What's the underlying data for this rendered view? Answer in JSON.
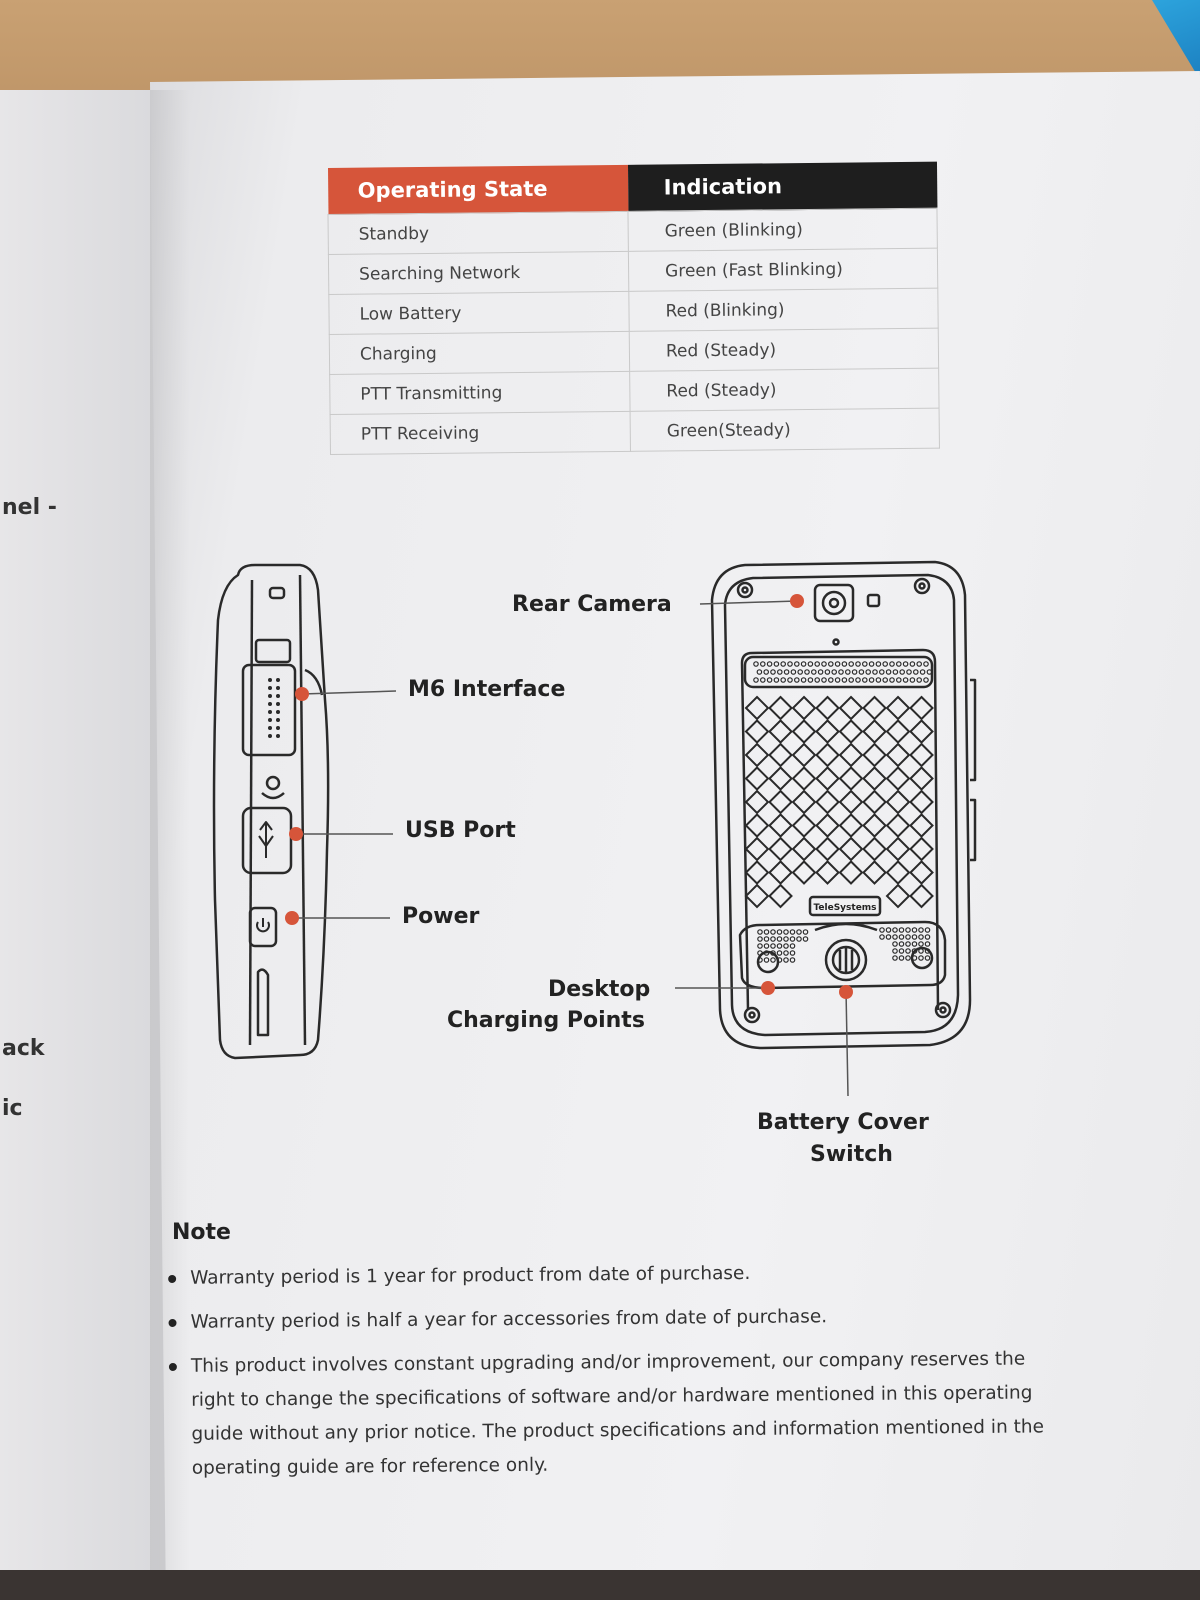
{
  "table": {
    "headers": [
      "Operating State",
      "Indication"
    ],
    "rows": [
      [
        "Standby",
        "Green (Blinking)"
      ],
      [
        "Searching Network",
        "Green (Fast Blinking)"
      ],
      [
        "Low Battery",
        "Red (Blinking)"
      ],
      [
        "Charging",
        "Red (Steady)"
      ],
      [
        "PTT Transmitting",
        "Red (Steady)"
      ],
      [
        "PTT Receiving",
        "Green(Steady)"
      ]
    ],
    "colors": {
      "state_header": "#d6553a",
      "indication_header": "#1e1e1e"
    }
  },
  "diagram": {
    "side_labels": {
      "m6": "M6 Interface",
      "usb": "USB Port",
      "power": "Power"
    },
    "back_labels": {
      "camera": "Rear Camera",
      "charging_line1": "Desktop",
      "charging_line2": "Charging Points",
      "battery_line1": "Battery Cover",
      "battery_line2": "Switch"
    },
    "brand": "TeleSystems",
    "accent_color": "#d6553a"
  },
  "left_page_fragments": [
    "nel -",
    "ack",
    "ic"
  ],
  "note": {
    "title": "Note",
    "items": [
      "Warranty period is 1 year for product from date of purchase.",
      "Warranty period is half a year for accessories from date of purchase.",
      "This product involves constant upgrading and/or improvement, our company reserves the right to change the specifications of software and/or hardware mentioned in this operating guide without any prior notice. The product specifications and information mentioned in the operating guide are for reference only."
    ]
  }
}
